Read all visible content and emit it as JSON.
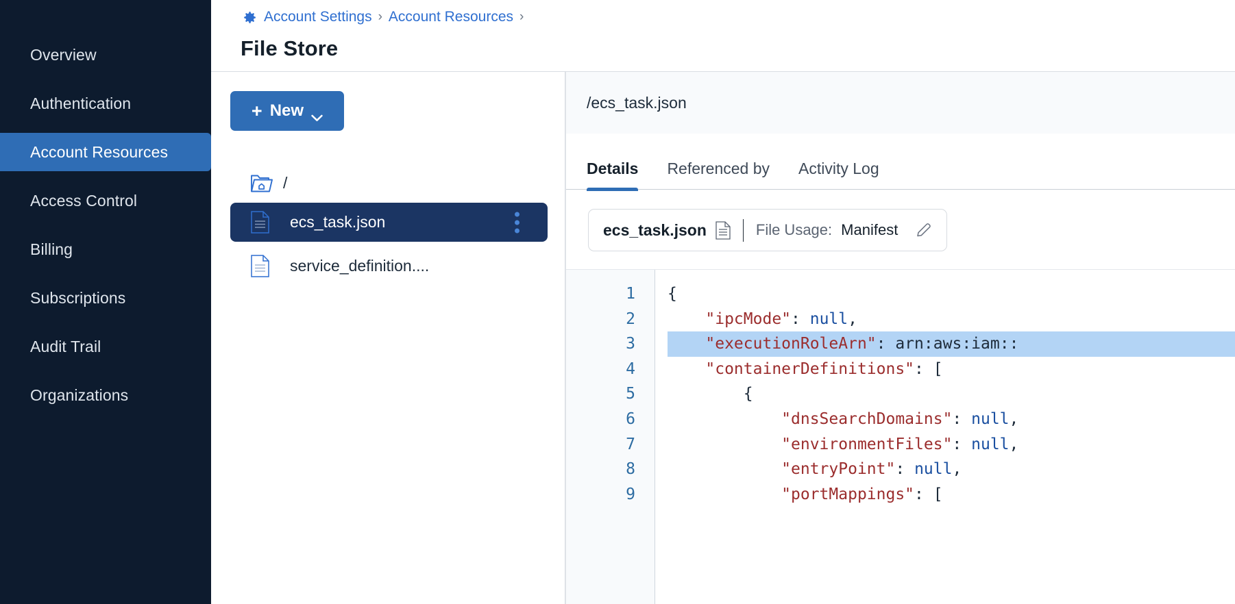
{
  "sidebar": {
    "items": [
      {
        "label": "Overview",
        "active": false
      },
      {
        "label": "Authentication",
        "active": false
      },
      {
        "label": "Account Resources",
        "active": true
      },
      {
        "label": "Access Control",
        "active": false
      },
      {
        "label": "Billing",
        "active": false
      },
      {
        "label": "Subscriptions",
        "active": false
      },
      {
        "label": "Audit Trail",
        "active": false
      },
      {
        "label": "Organizations",
        "active": false
      }
    ]
  },
  "header": {
    "breadcrumb": [
      {
        "label": "Account Settings"
      },
      {
        "label": "Account Resources"
      }
    ],
    "separator": "›",
    "gear_icon": "gear-icon",
    "title": "File Store"
  },
  "files_panel": {
    "new_button": {
      "plus": "+",
      "label": "New",
      "chevron_icon": "chevron-down-icon"
    },
    "tree": {
      "root_label": "/",
      "root_icon": "folder-home-icon",
      "items": [
        {
          "name": "ecs_task.json",
          "icon": "file-doc-icon",
          "selected": true,
          "menu_icon": "kebab-menu-icon"
        },
        {
          "name": "service_definition....",
          "icon": "file-doc-icon",
          "selected": false
        }
      ]
    }
  },
  "details": {
    "path": "/ecs_task.json",
    "tabs": [
      {
        "label": "Details",
        "active": true
      },
      {
        "label": "Referenced by",
        "active": false
      },
      {
        "label": "Activity Log",
        "active": false
      }
    ],
    "usage_card": {
      "filename": "ecs_task.json",
      "file_icon": "document-icon",
      "usage_label": "File Usage:",
      "usage_value": "Manifest",
      "edit_icon": "pencil-icon"
    },
    "editor": {
      "line_numbers": [
        "1",
        "2",
        "3",
        "4",
        "5",
        "6",
        "7",
        "8",
        "9"
      ],
      "highlighted_line": 3,
      "lines": [
        {
          "n": 1,
          "text": "{"
        },
        {
          "n": 2,
          "text": "    \"ipcMode\": null,"
        },
        {
          "n": 3,
          "text": "    \"executionRoleArn\": \"arn:aws:iam::"
        },
        {
          "n": 4,
          "text": "    \"containerDefinitions\": ["
        },
        {
          "n": 5,
          "text": "        {"
        },
        {
          "n": 6,
          "text": "            \"dnsSearchDomains\": null,"
        },
        {
          "n": 7,
          "text": "            \"environmentFiles\": null,"
        },
        {
          "n": 8,
          "text": "            \"entryPoint\": null,"
        },
        {
          "n": 9,
          "text": "            \"portMappings\": ["
        }
      ]
    }
  },
  "colors": {
    "sidebar_bg": "#0d1b2e",
    "accent_blue": "#2f6db5",
    "link_blue": "#2f6fd0",
    "selected_row": "#1b3563",
    "code_key": "#9b2d2d",
    "code_null": "#1a4fa0",
    "line_highlight": "#b3d4f5"
  }
}
